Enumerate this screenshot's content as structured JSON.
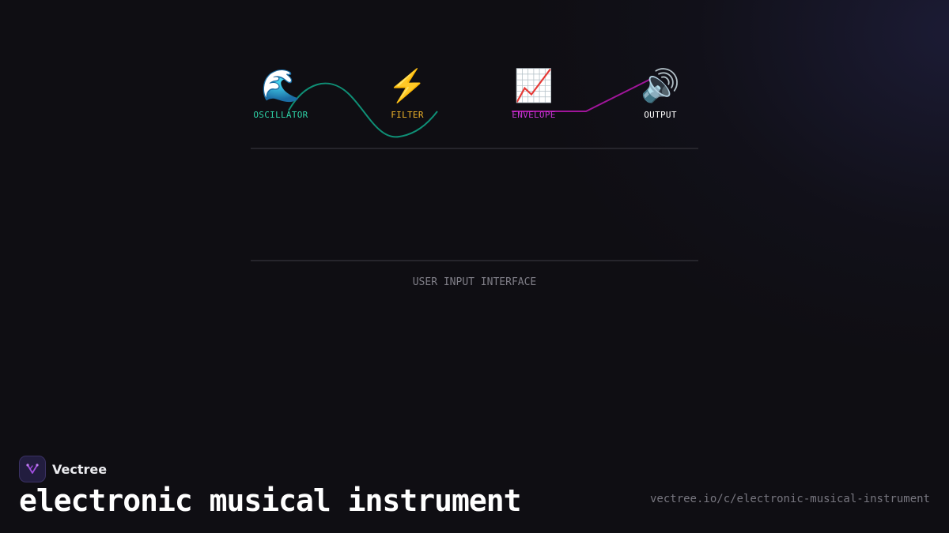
{
  "diagram": {
    "nodes": [
      {
        "id": "oscillator",
        "icon": "wave-icon",
        "glyph": "🌊",
        "label": "OSCILLATOR",
        "color": "#2ed3a7"
      },
      {
        "id": "filter",
        "icon": "lightning-icon",
        "glyph": "⚡",
        "label": "FILTER",
        "color": "#f0b429"
      },
      {
        "id": "envelope",
        "icon": "chart-increasing-icon",
        "glyph": "📈",
        "label": "ENVELOPE",
        "color": "#c935d6"
      },
      {
        "id": "output",
        "icon": "speaker-icon",
        "glyph": "🔊",
        "label": "OUTPUT",
        "color": "#ffffff"
      }
    ],
    "waveform_color": "#0f8f76",
    "envelope_color": "#a0159a",
    "caption": "USER INPUT INTERFACE"
  },
  "branding": {
    "name": "Vectree",
    "logo_icon": "vectree-logo-icon",
    "logo_color": "#a24fe0"
  },
  "page": {
    "title": "electronic musical instrument",
    "url": "vectree.io/c/electronic-musical-instrument"
  }
}
